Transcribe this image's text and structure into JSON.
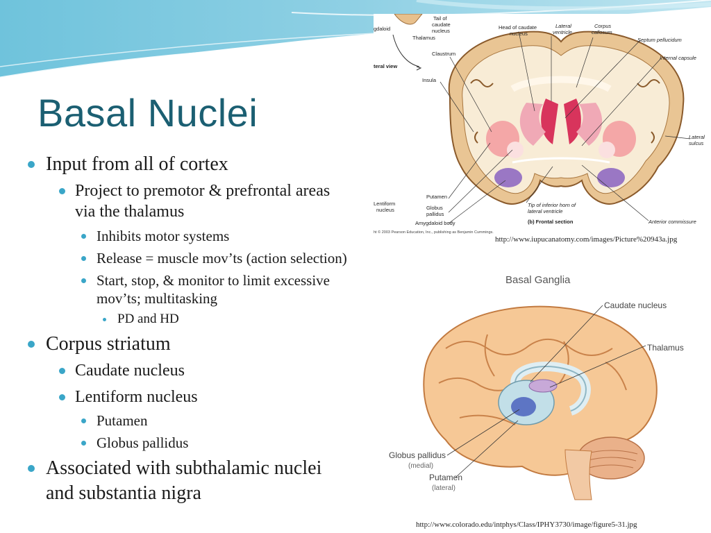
{
  "slide": {
    "title": "Basal Nuclei",
    "bullets": [
      {
        "level": 1,
        "text": "Input from all of cortex"
      },
      {
        "level": 2,
        "text": "Project to premotor & prefrontal areas"
      },
      {
        "level": 2,
        "text": "via the thalamus"
      },
      {
        "level": 3,
        "text": "Inhibits motor systems"
      },
      {
        "level": 3,
        "text": "Release = muscle mov’ts (action selection)"
      },
      {
        "level": 3,
        "text": "Start, stop, & monitor to limit excessive"
      },
      {
        "level": 3,
        "text": "mov’ts; multitasking"
      },
      {
        "level": 4,
        "text": "PD and HD"
      },
      {
        "level": 1,
        "text": "Corpus striatum"
      },
      {
        "level": 2,
        "text": "Caudate nucleus"
      },
      {
        "level": 2,
        "text": "Lentiform nucleus"
      },
      {
        "level": 3,
        "text": "Putamen"
      },
      {
        "level": 3,
        "text": "Globus pallidus"
      },
      {
        "level": 1,
        "text": "Associated with subthalamic nuclei"
      },
      {
        "level": 1,
        "text": "and substantia nigra"
      }
    ]
  },
  "figure_top": {
    "labels": {
      "tail": "Tail of",
      "caudate": "caudate",
      "nucleus": "nucleus",
      "thalamus": "Thalamus",
      "amygdaloid": "gdaloid",
      "lateral_view": "teral view",
      "head_caudate_1": "Head of caudate",
      "head_caudate_2": "nucleus",
      "lateral_ventricle_1": "Lateral",
      "lateral_ventricle_2": "ventricle",
      "corpus_callosum_1": "Corpus",
      "corpus_callosum_2": "callosum",
      "septum": "Septum pellucidum",
      "internal_capsule": "Internal capsule",
      "claustrum": "Claustrum",
      "insula": "Insula",
      "lateral_sulcus_1": "Lateral",
      "lateral_sulcus_2": "sulcus",
      "putamen": "Putamen",
      "lentiform_1": "Lentiform",
      "lentiform_2": "nucleus",
      "globus_1": "Globus",
      "globus_2": "pallidus",
      "amygdaloid_body": "Amygdaloid body",
      "tip_horn_1": "Tip of inferior horn of",
      "tip_horn_2": "lateral ventricle",
      "anterior_commissure": "Anterior commissure",
      "frontal_section": "(b) Frontal section",
      "copyright": "ht © 2003 Pearson Education, Inc., publishing as Benjamin Cummings."
    },
    "url": "http://www.iupucanatomy.com/images/Picture%20943a.jpg"
  },
  "figure_bottom": {
    "labels": {
      "title": "Basal Ganglia",
      "caudate": "Caudate nucleus",
      "thalamus": "Thalamus",
      "globus": "Globus pallidus",
      "globus_sub": "(medial)",
      "putamen": "Putamen",
      "putamen_sub": "(lateral)"
    },
    "url": "http://www.colorado.edu/intphys/Class/IPHY3730/image/figure5-31.jpg"
  }
}
